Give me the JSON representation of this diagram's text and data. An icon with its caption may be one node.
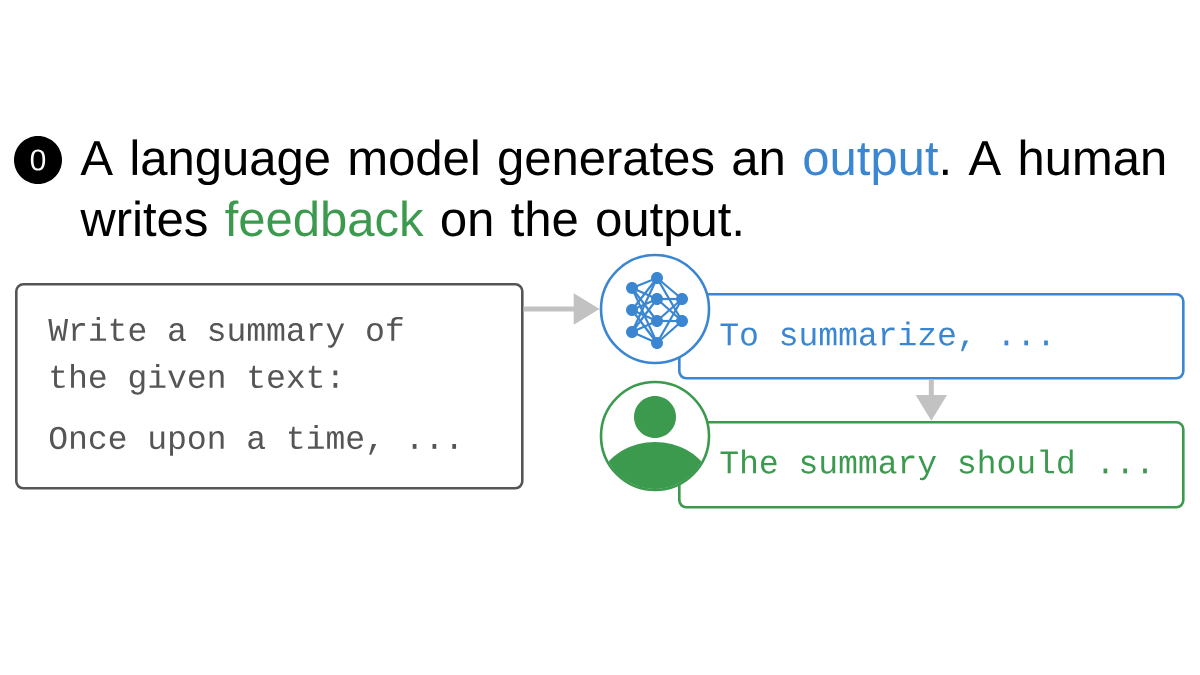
{
  "diagram": {
    "title": "A language model generates an **output**. A human writes **feedback** on the output.",
    "nodes": [
      {
        "text": [
          "Write a summary of the given text:",
          "Once upon a time, ..."
        ]
      },
      {
        "text": [],
        "shape": "picture"
      },
      {
        "text": [
          "To summarize, ..."
        ]
      },
      {
        "text": [],
        "shape": "person"
      },
      {
        "text": [
          "The summary should ..."
        ]
      }
    ],
    "edges": [
      {
        "from": 0,
        "to": 1,
        "arrow": "to"
      },
      {
        "from": 2,
        "to": 4,
        "arrow": "to"
      }
    ],
    "labels": [
      "0"
    ]
  }
}
